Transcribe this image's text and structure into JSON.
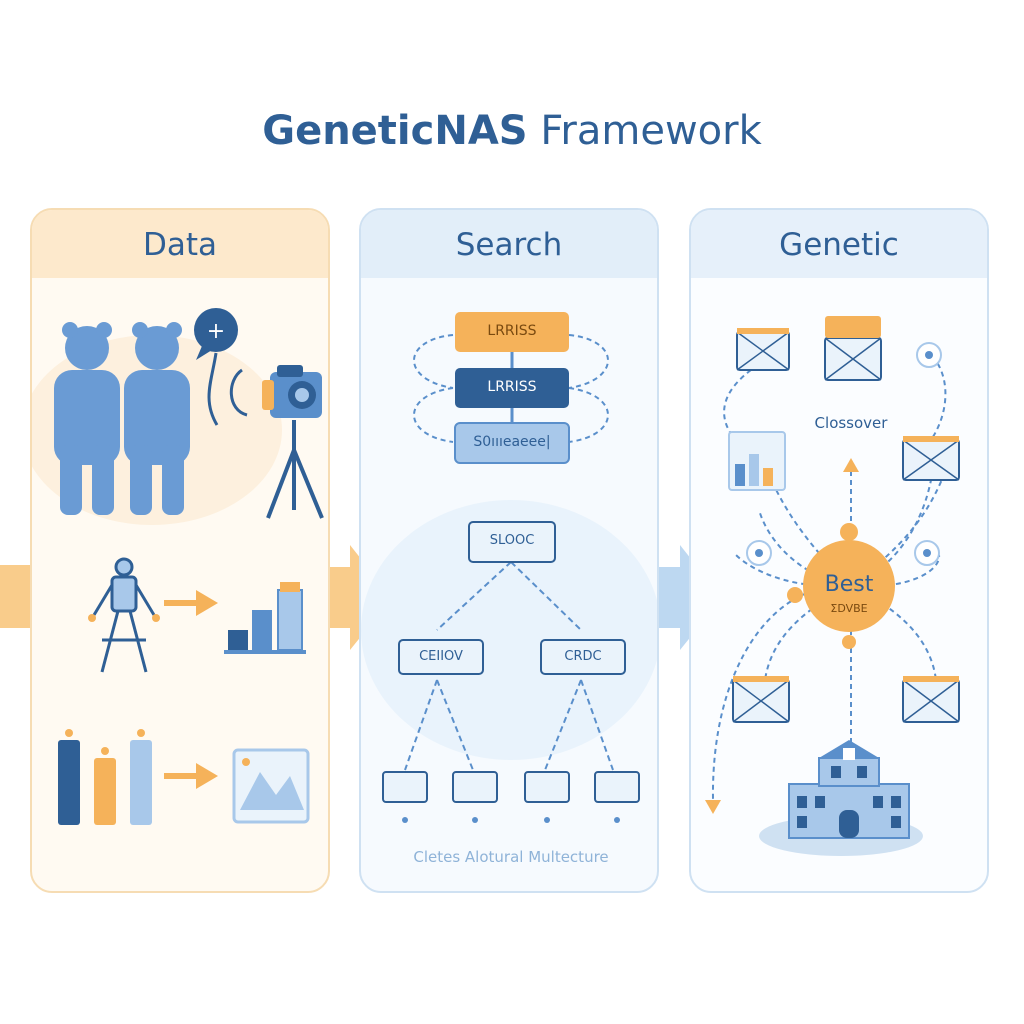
{
  "title": {
    "bold": "GeneticNAS",
    "rest": "Framework"
  },
  "panels": [
    {
      "heading": "Data"
    },
    {
      "heading": "Search"
    },
    {
      "heading": "Genetic"
    }
  ],
  "search": {
    "box_1": "LRRISS",
    "box_2": "LRRISS",
    "box_3": "S0ıııeaeee|",
    "root_node": "SLOOC",
    "mid_node_left": "CEIIOV",
    "mid_node_right": "CRDC",
    "caption": "Cletes Alotural  Multecture"
  },
  "genetic": {
    "crossover_label": "Clossover",
    "best_label": "Best",
    "best_sub": "ΣDVBE"
  },
  "data": {
    "speech_bubble": "ᵻ"
  },
  "colors": {
    "blue_dark": "#2f5f95",
    "blue_mid": "#5a8fcb",
    "blue_light": "#a8c8ea",
    "orange": "#f5b25a",
    "orange_light": "#fde9cc"
  }
}
